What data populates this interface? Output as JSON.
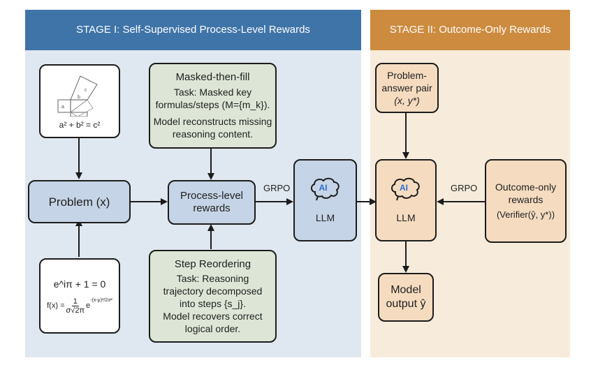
{
  "stage1": {
    "title": "STAGE I: Self-Supervised Process-Level Rewards"
  },
  "stage2": {
    "title": "STAGE II: Outcome-Only Rewards"
  },
  "pythagoras": {
    "equation": "a² + b² = c²",
    "label_a": "a",
    "label_b": "b",
    "label_c": "c"
  },
  "masked": {
    "title": "Masked-then-fill",
    "line1": "Task: Masked key",
    "line2": "formulas/steps (M={m_k}).",
    "line3": "Model reconstructs missing",
    "line4": "reasoning content."
  },
  "problem": {
    "label": "Problem (x)"
  },
  "process": {
    "line1": "Process-level",
    "line2": "rewards"
  },
  "reorder": {
    "title": "Step Reordering",
    "line1": "Task: Reasoning",
    "line2": "trajectory decomposed",
    "line3": "into steps {s_j}.",
    "line4": "Model recovers correct",
    "line5": "logical order."
  },
  "formulas": {
    "euler": "e^iπ + 1 = 0",
    "gauss_lhs": "f(x) =",
    "gauss_num": "1",
    "gauss_den": "σ√2π",
    "gauss_exp": "-(x-μ)²/2σ²"
  },
  "llm1": {
    "badge": "AI",
    "label": "LLM"
  },
  "llm2": {
    "badge": "AI",
    "label": "LLM"
  },
  "grpo1": "GRPO",
  "grpo2": "GRPO",
  "pair": {
    "line1": "Problem-",
    "line2": "answer pair",
    "line3": "(x, y*)"
  },
  "outcome": {
    "line1": "Outcome-only",
    "line2": "rewards",
    "line3": "(Verifier(ŷ, y*))"
  },
  "output": {
    "line1": "Model",
    "line2": "output ŷ"
  },
  "colors": {
    "stage1_header": "#3f74a8",
    "stage1_bg": "#dfe7f0",
    "stage2_header": "#cd8b3f",
    "stage2_bg": "#f7ecdc",
    "blue_box": "#c5d4e6",
    "green_box": "#dde6d6",
    "peach_box": "#f5dcc0"
  }
}
